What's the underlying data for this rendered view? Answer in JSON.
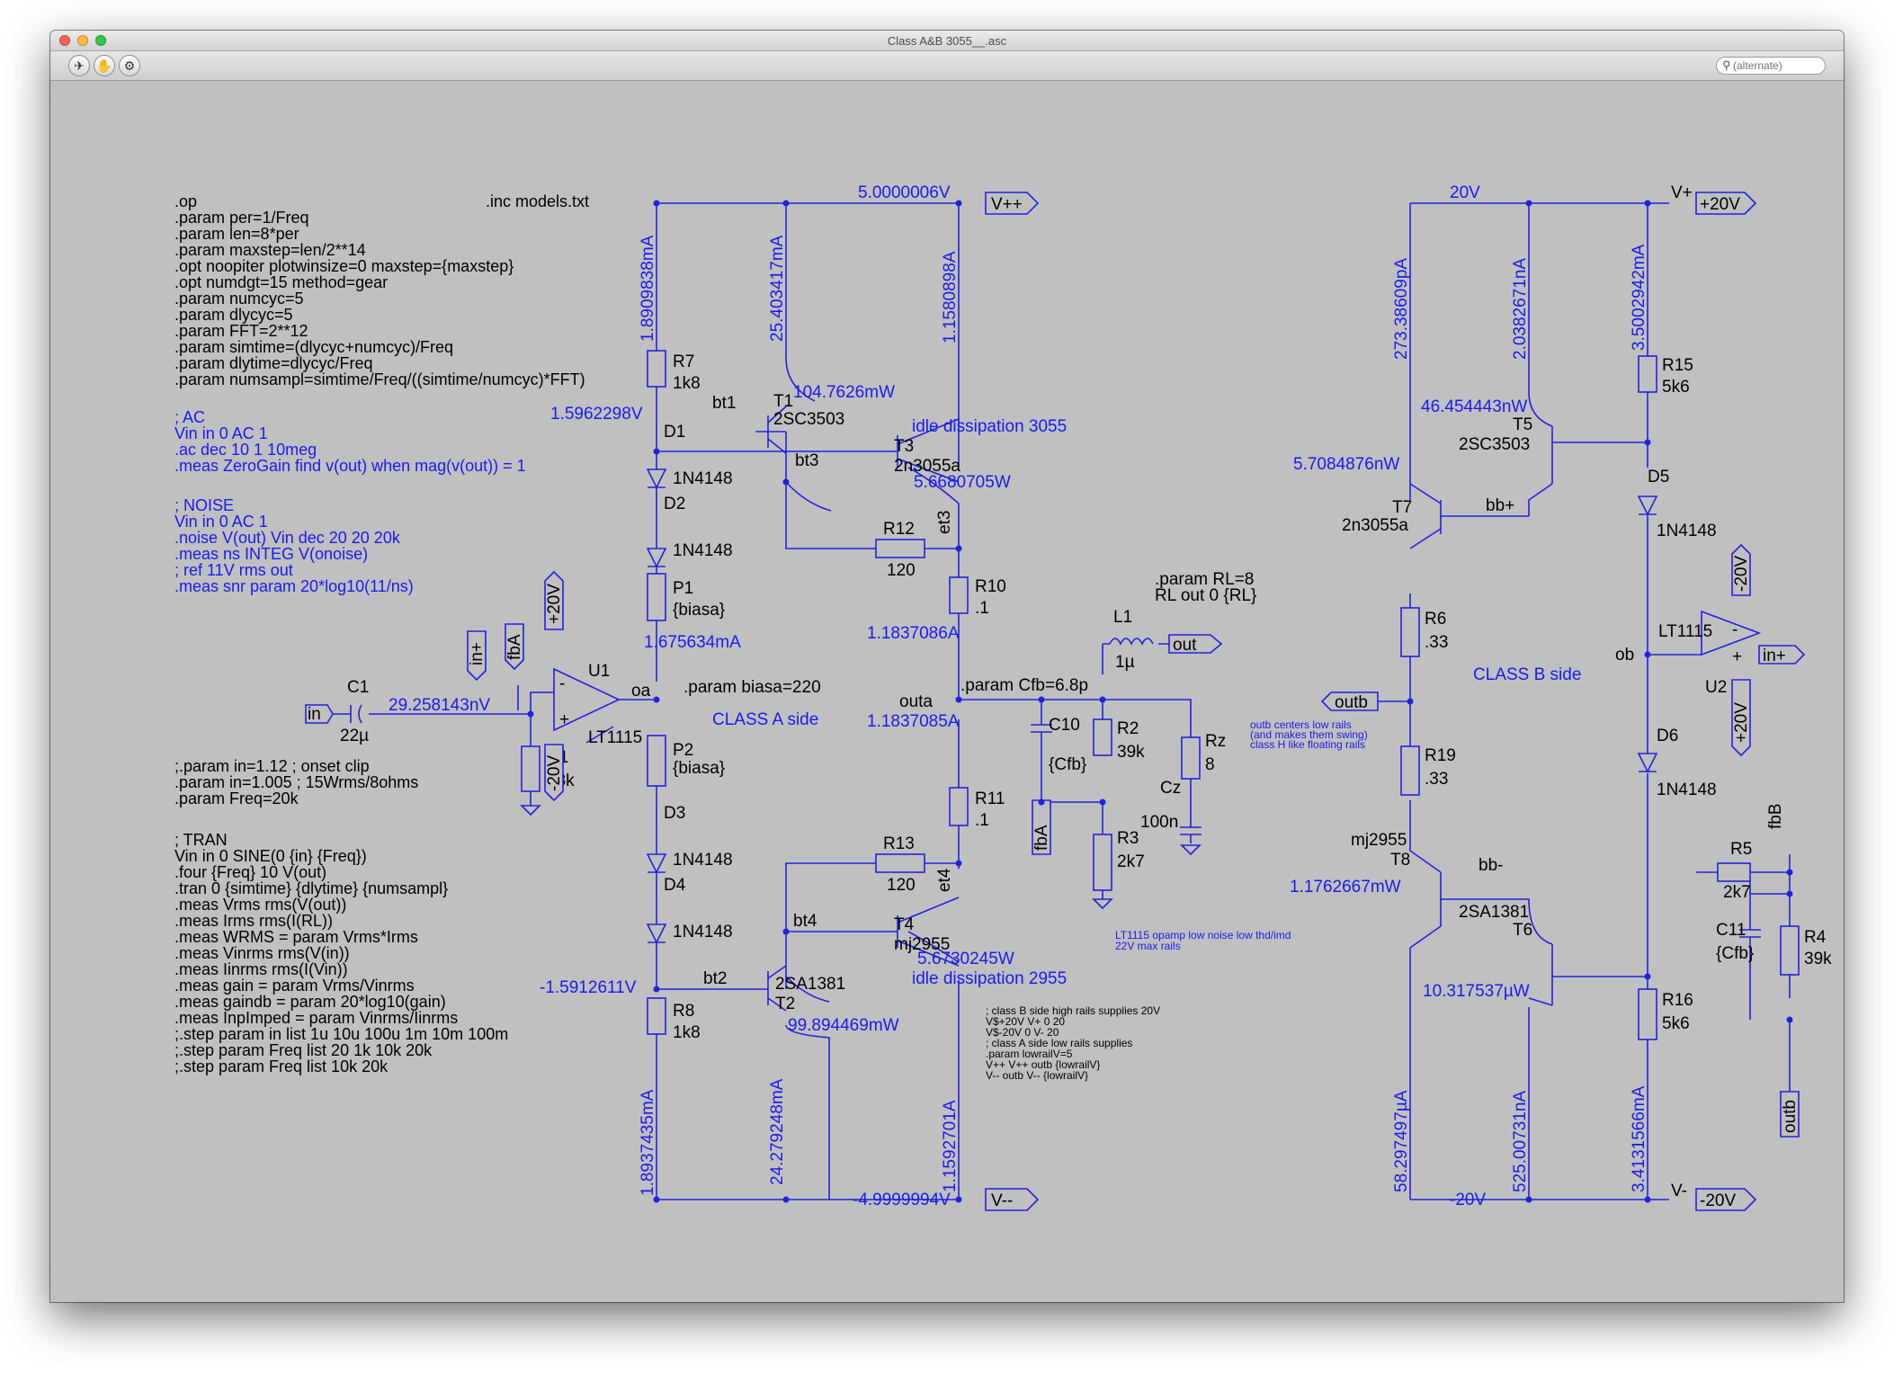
{
  "window": {
    "title": "Class A&B 3055__.asc"
  },
  "toolbar": {
    "search_placeholder": "(alternate)"
  },
  "directives": {
    "block1": [
      ".op",
      ".param per=1/Freq",
      ".param len=8*per",
      ".param maxstep=len/2**14",
      ".opt noopiter plotwinsize=0 maxstep={maxstep}",
      ".opt numdgt=15 method=gear",
      ".param numcyc=5",
      ".param dlycyc=5",
      ".param FFT=2**12",
      ".param simtime=(dlycyc+numcyc)/Freq",
      ".param dlytime=dlycyc/Freq",
      ".param numsampl=simtime/Freq/((simtime/numcyc)*FFT)"
    ],
    "inc": ".inc models.txt",
    "ac": [
      "; AC",
      "Vin in 0 AC 1",
      ".ac dec 10 1 10meg",
      ".meas ZeroGain find v(out) when mag(v(out)) = 1"
    ],
    "noise": [
      "; NOISE",
      "Vin in 0 AC 1",
      ".noise V(out) Vin dec 20 20 20k",
      ".meas ns INTEG V(onoise)",
      "; ref 11V rms out",
      ".meas snr param 20*log10(11/ns)"
    ],
    "params2": [
      ";.param in=1.12 ; onset clip",
      ".param in=1.005 ; 15Wrms/8ohms",
      ".param Freq=20k"
    ],
    "tran": [
      "; TRAN",
      "Vin in 0 SINE(0 {in} {Freq})",
      ".four {Freq} 10 V(out)",
      ".tran 0 {simtime} {dlytime} {numsampl}",
      ".meas Vrms rms(V(out))",
      ".meas Irms rms(I(RL))",
      ".meas WRMS = param Vrms*Irms",
      ".meas Vinrms rms(V(in))",
      ".meas Iinrms rms(I(Vin))",
      ".meas gain = param Vrms/Vinrms",
      ".meas gaindb = param 20*log10(gain)",
      ".meas InpImped = param Vinrms/Iinrms",
      ";.step param in list 1u 10u 100u 1m 10m 100m",
      ";.step param Freq list 20 1k 10k 20k",
      ";.step param Freq list 10k 20k"
    ],
    "supplies": [
      "; class B side high rails supplies 20V",
      "V$+20V V+ 0 20",
      "V$-20V 0 V- 20",
      "; class A side low rails supplies",
      ".param lowrailV=5",
      "V++ V++ outb {lowrailV}",
      "V-- outb V-- {lowrailV}"
    ],
    "biasa": ".param biasa=220",
    "cfb": ".param Cfb=6.8p",
    "rl": [
      ".param RL=8",
      "RL out 0 {RL}"
    ]
  },
  "comments": {
    "class_a": "CLASS A side",
    "class_b": "CLASS B side",
    "idle3055": "idle dissipation 3055",
    "idle2955": "idle dissipation 2955",
    "outb_note": [
      "outb centers low rails",
      "(and makes them swing)",
      "class H like floating rails"
    ],
    "opamp_note": [
      "LT1115 opamp low noise low thd/imd",
      "22V max rails"
    ]
  },
  "nets": {
    "vpp_node": "5.0000006V",
    "vmm_node": "-4.9999994V",
    "p20_node": "20V",
    "m20_node": "-20V",
    "vplus": "V+",
    "vminus": "V-",
    "bt1v": "1.5962298V",
    "bt2v": "-1.5912611V",
    "bt1": "bt1",
    "bt2": "bt2",
    "bt3": "bt3",
    "bt4": "bt4",
    "et3": "et3",
    "et4": "et4",
    "outa": "outa",
    "oa": "oa",
    "ob": "ob",
    "bbp": "bb+",
    "bbm": "bb-",
    "fbB": "fbB",
    "in_node_v": "29.258143nV"
  },
  "flags": {
    "vpp": "V++",
    "vmm": "V--",
    "p20": "+20V",
    "m20": "-20V",
    "in": "in",
    "inp": "in+",
    "fbA": "fbA",
    "out": "out",
    "outb": "outb",
    "p20v": "+20V",
    "m20v": "-20V"
  },
  "components": {
    "R7": [
      "R7",
      "1k8"
    ],
    "R8": [
      "R8",
      "1k8"
    ],
    "R1": [
      "R1",
      "68k"
    ],
    "R12": [
      "R12",
      "120"
    ],
    "R13": [
      "R13",
      "120"
    ],
    "R10": [
      "R10",
      ".1"
    ],
    "R11": [
      "R11",
      ".1"
    ],
    "R2": [
      "R2",
      "39k"
    ],
    "R3": [
      "R3",
      "2k7"
    ],
    "Rz": [
      "Rz",
      "8"
    ],
    "R6": [
      "R6",
      ".33"
    ],
    "R19": [
      "R19",
      ".33"
    ],
    "R15": [
      "R15",
      "5k6"
    ],
    "R16": [
      "R16",
      "5k6"
    ],
    "R5": [
      "R5",
      "2k7"
    ],
    "R4": [
      "R4",
      "39k"
    ],
    "P1": [
      "P1",
      "{biasa}"
    ],
    "P2": [
      "P2",
      "{biasa}"
    ],
    "D1": [
      "D1",
      "1N4148"
    ],
    "D2": [
      "D2",
      "1N4148"
    ],
    "D3": [
      "D3",
      "1N4148"
    ],
    "D4": [
      "D4",
      "1N4148"
    ],
    "D5": [
      "D5",
      "1N4148"
    ],
    "D6": [
      "D6",
      "1N4148"
    ],
    "C1": [
      "C1",
      "22µ"
    ],
    "C10": [
      "C10",
      "{Cfb}"
    ],
    "C11": [
      "C11",
      "{Cfb}"
    ],
    "Cz": [
      "Cz",
      "100n"
    ],
    "L1": [
      "L1",
      "1µ"
    ],
    "T1": [
      "T1",
      "2SC3503"
    ],
    "T2": [
      "T2",
      "2SA1381"
    ],
    "T3": [
      "T3",
      "2n3055a"
    ],
    "T4": [
      "T4",
      "mj2955"
    ],
    "T5": [
      "T5",
      "2SC3503"
    ],
    "T6": [
      "T6",
      "2SA1381"
    ],
    "T7": [
      "T7",
      "2n3055a"
    ],
    "T8": [
      "T8",
      "mj2955"
    ],
    "U1": [
      "U1",
      "LT1115"
    ],
    "U2": [
      "U2",
      "LT1115"
    ]
  },
  "readouts": {
    "i_r7": "1.8909838mA",
    "i_t1c": "25.403417mA",
    "i_t3c": "1.1580898A",
    "p_t1": "104.7626mW",
    "p_t3": "5.6680705W",
    "i_p1": "1.675634mA",
    "i_r10": "1.1837086A",
    "i_r11": "1.1837085A",
    "p_t4": "5.6730245W",
    "p_t2": "99.894469mW",
    "i_r8": "1.8937435mA",
    "i_t2c": "24.279248mA",
    "i_t4c": "1.1592701A",
    "i_t7c": "273.38609pA",
    "i_t5c": "2.0382671nA",
    "i_r15": "3.5002942mA",
    "p_t5": "46.454443nW",
    "p_t7": "5.7084876nW",
    "p_t8": "1.1762667mW",
    "p_t6": "10.317537µW",
    "i_t8c": "58.297497µA",
    "i_t6c": "525.00731nA",
    "i_r16": "3.4131566mA"
  }
}
